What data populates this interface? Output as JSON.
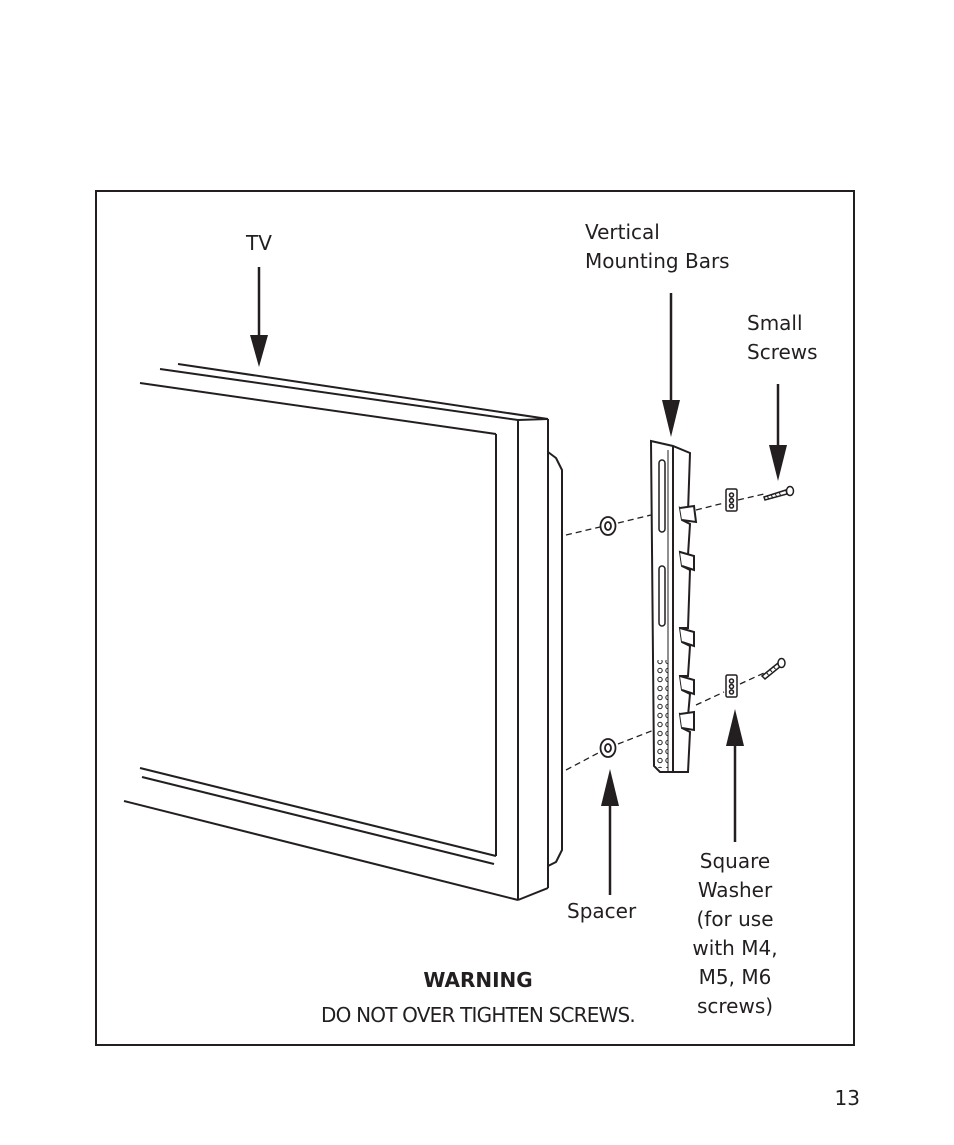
{
  "labels": {
    "tv": "TV",
    "vertical_mounting_bars": "Vertical\nMounting Bars",
    "small_screws": "Small\nScrews",
    "spacer": "Spacer",
    "square_washer": "Square\nWasher\n(for use\nwith M4,\nM5, M6\nscrews)"
  },
  "warning": {
    "title": "WARNING",
    "text": "DO NOT OVER TIGHTEN SCREWS."
  },
  "page_number": "13",
  "colors": {
    "ink": "#231f20",
    "background": "#ffffff"
  }
}
